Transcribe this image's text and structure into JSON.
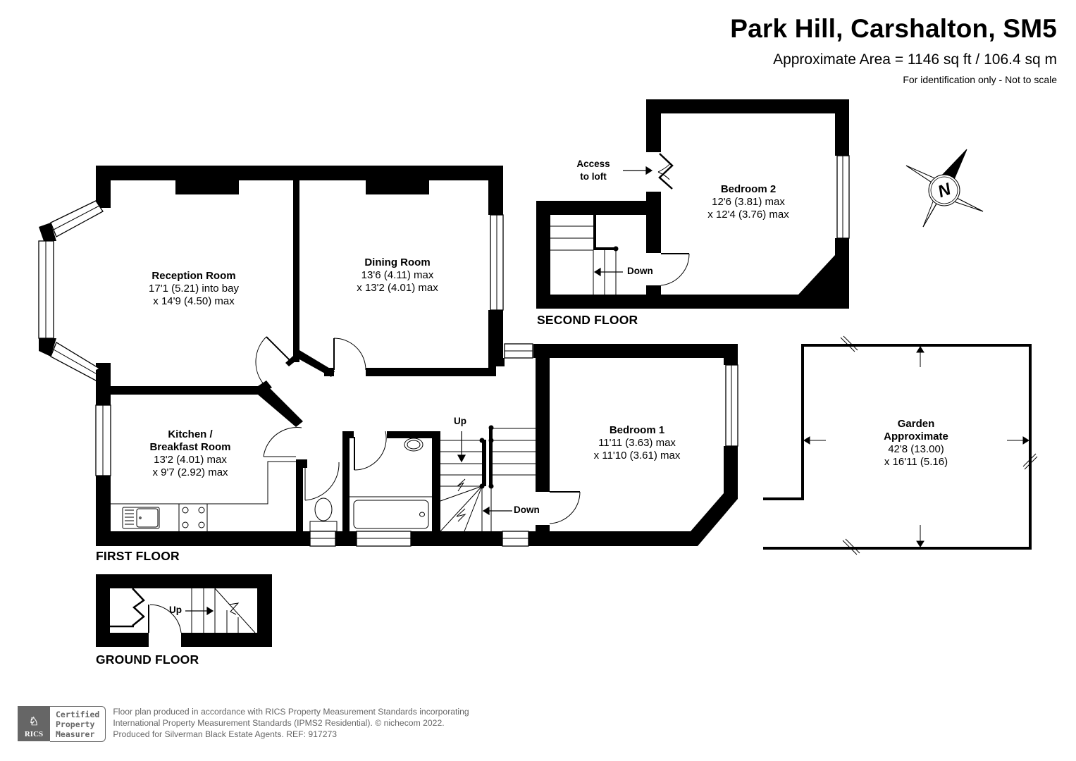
{
  "header": {
    "title": "Park Hill, Carshalton, SM5",
    "area": "Approximate Area = 1146 sq ft / 106.4 sq m",
    "note": "For identification only - Not to scale"
  },
  "floors": {
    "first": "FIRST FLOOR",
    "second": "SECOND FLOOR",
    "ground": "GROUND FLOOR"
  },
  "rooms": {
    "reception": {
      "name": "Reception Room",
      "dim1": "17'1 (5.21) into bay",
      "dim2": "x 14'9 (4.50) max"
    },
    "dining": {
      "name": "Dining Room",
      "dim1": "13'6 (4.11) max",
      "dim2": "x 13'2 (4.01) max"
    },
    "kitchen": {
      "name1": "Kitchen /",
      "name2": "Breakfast Room",
      "dim1": "13'2 (4.01) max",
      "dim2": "x 9'7 (2.92) max"
    },
    "bedroom1": {
      "name": "Bedroom 1",
      "dim1": "11'11 (3.63) max",
      "dim2": "x 11'10 (3.61) max"
    },
    "bedroom2": {
      "name": "Bedroom 2",
      "dim1": "12'6 (3.81) max",
      "dim2": "x 12'4 (3.76) max"
    },
    "garden": {
      "name1": "Garden",
      "name2": "Approximate",
      "dim1": "42'8 (13.00)",
      "dim2": "x 16'11 (5.16)"
    }
  },
  "annotations": {
    "access_loft_1": "Access",
    "access_loft_2": "to loft",
    "second_down": "Down",
    "first_up": "Up",
    "first_down": "Down",
    "ground_up": "Up"
  },
  "compass": {
    "label": "N"
  },
  "footer": {
    "rics_logo": "RICS",
    "cert_1": "Certified",
    "cert_2": "Property",
    "cert_3": "Measurer",
    "line1": "Floor plan produced in accordance with RICS Property Measurement Standards incorporating",
    "line2": "International Property Measurement Standards (IPMS2 Residential).   © nichecom 2022.",
    "line3": "Produced for Silverman Black Estate Agents.   REF: 917273"
  }
}
